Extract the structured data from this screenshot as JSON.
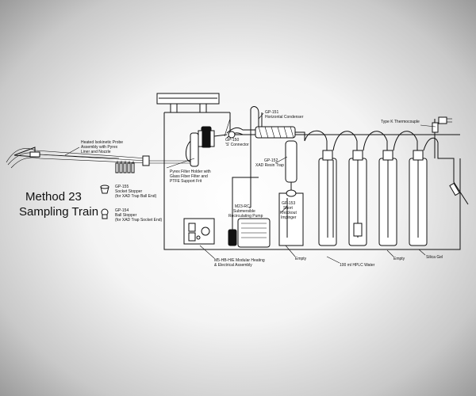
{
  "title_line1": "Method 23",
  "title_line2": "Sampling Train",
  "labels": {
    "probe_line1": "Heated Isokinetic Probe",
    "probe_line2": "Assembly with Pyrex",
    "probe_line3": "Liner and Nozzle",
    "filter_line1": "Pyrex Filter Holder with",
    "filter_line2": "Glass Fiber Filter and",
    "filter_line3": "PTFE Support Frit",
    "gp150_line1": "GP-150",
    "gp150_line2": "'S' Connector",
    "gp151_line1": "GP-151",
    "gp151_line2": "Horizontal Condenser",
    "gp152_line1": "GP-152",
    "gp152_line2": "XAD Resin Trap",
    "thermo": "Type K Thermocouple",
    "pump_line1": "M23-RC",
    "pump_line2": "Submersible",
    "pump_line3": "Recirculating Pump",
    "gp153_line1": "GP-153",
    "gp153_line2": "Short",
    "gp153_line3": "Knockout",
    "gp153_line4": "Impinger",
    "gp155_line1": "GP-155",
    "gp155_line2": "Socket Stopper",
    "gp155_line3": "(for XAD Trap Ball End)",
    "gp154_line1": "GP-154",
    "gp154_line2": "Ball Stopper",
    "gp154_line3": "(for XAD Trap Socket End)",
    "heating_line1": "M5-HB-H/E Modular Heating",
    "heating_line2": "& Electrical Assembly",
    "empty1": "Empty",
    "hplc": "100 ml HPLC Water",
    "empty2": "Empty",
    "silica": "Silica Gel"
  },
  "colors": {
    "line": "#111111",
    "panel": "#ffffff"
  }
}
